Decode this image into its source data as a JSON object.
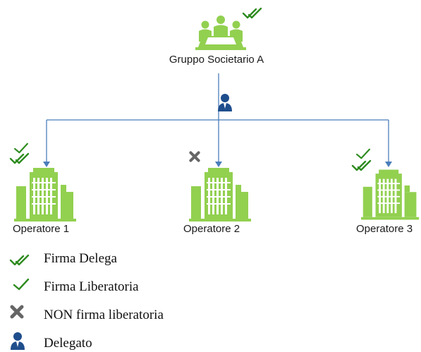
{
  "colors": {
    "building": "#92D050",
    "building_dark": "#7DBB3A",
    "check": "#2E8B1F",
    "connector": "#4A7EBB",
    "cross": "#666666",
    "delegate": "#1F4E8C"
  },
  "parent": {
    "label": "Gruppo Societario A",
    "icon": "people-group-icon",
    "status_icon": "double-check-icon"
  },
  "delegate_icon": "person-icon",
  "operators": [
    {
      "label": "Operatore 1",
      "icon": "office-building-icon",
      "status_icons": [
        "check-icon",
        "double-check-icon"
      ]
    },
    {
      "label": "Operatore 2",
      "icon": "office-building-icon",
      "status_icons": [
        "cross-icon"
      ]
    },
    {
      "label": "Operatore 3",
      "icon": "office-building-icon",
      "status_icons": [
        "check-icon",
        "double-check-icon"
      ]
    }
  ],
  "legend": [
    {
      "icon": "double-check-icon",
      "label": "Firma Delega"
    },
    {
      "icon": "check-icon",
      "label": "Firma Liberatoria"
    },
    {
      "icon": "cross-icon",
      "label": "NON firma liberatoria"
    },
    {
      "icon": "person-icon",
      "label": "Delegato"
    }
  ]
}
